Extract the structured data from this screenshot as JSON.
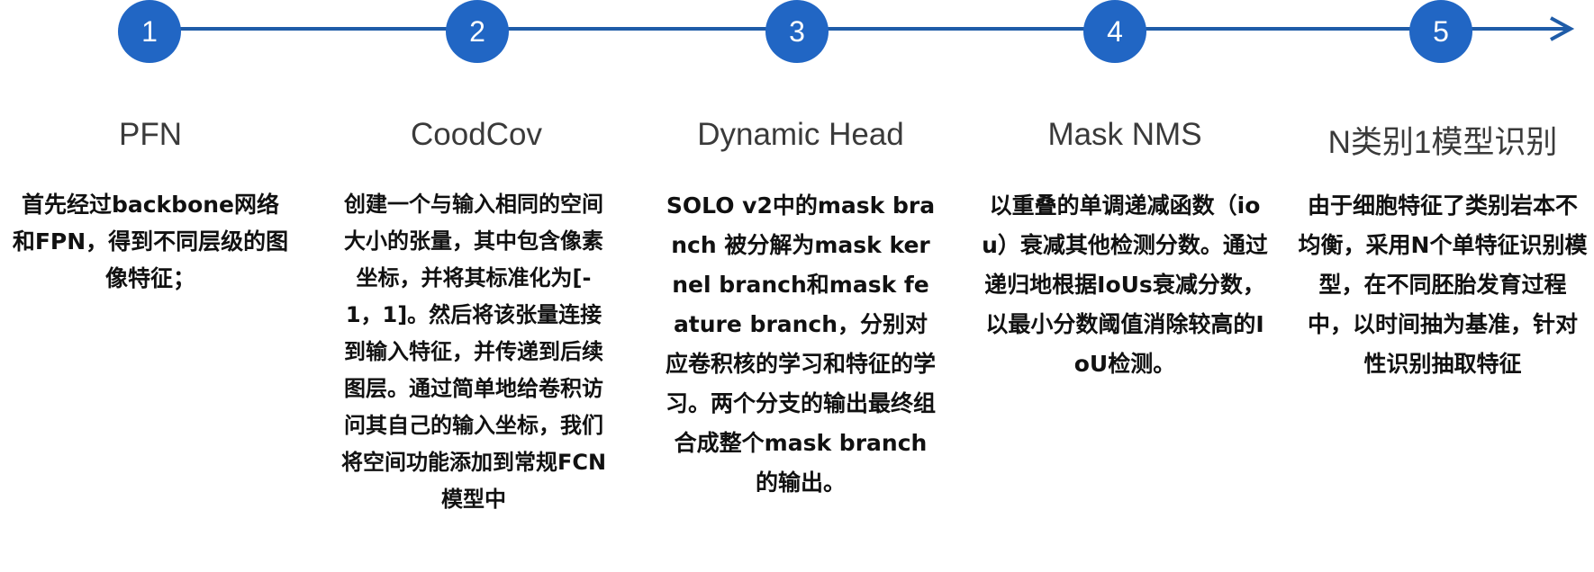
{
  "colors": {
    "accent": "#2166c4",
    "line": "#1f5ca8",
    "node_text": "#ffffff",
    "title_text": "#3a3a3a",
    "desc_text": "#111111"
  },
  "steps": [
    {
      "number": "1",
      "title": "PFN",
      "description": "首先经过backbone网络和FPN，得到不同层级的图像特征；"
    },
    {
      "number": "2",
      "title": "CoodCov",
      "description": "创建一个与输入相同的空间大小的张量，其中包含像素坐标，并将其标准化为[-1，1]。然后将该张量连接到输入特征，并传递到后续图层。通过简单地给卷积访问其自己的输入坐标，我们将空间功能添加到常规FCN模型中"
    },
    {
      "number": "3",
      "title": "Dynamic Head",
      "description": "SOLO v2中的mask branch 被分解为mask kernel branch和mask feature branch，分别对应卷积核的学习和特征的学习。两个分支的输出最终组合成整个mask branch的输出。"
    },
    {
      "number": "4",
      "title": "Mask NMS",
      "description": "以重叠的单调递减函数（iou）衰减其他检测分数。通过递归地根据IoUs衰减分数，以最小分数阈值消除较高的IoU检测。"
    },
    {
      "number": "5",
      "title": "N类别1模型识别",
      "description": "由于细胞特征了类别岩本不均衡，采用N个单特征识别模型，在不同胚胎发育过程中，以时间抽为基准，针对性识别抽取特征"
    }
  ]
}
